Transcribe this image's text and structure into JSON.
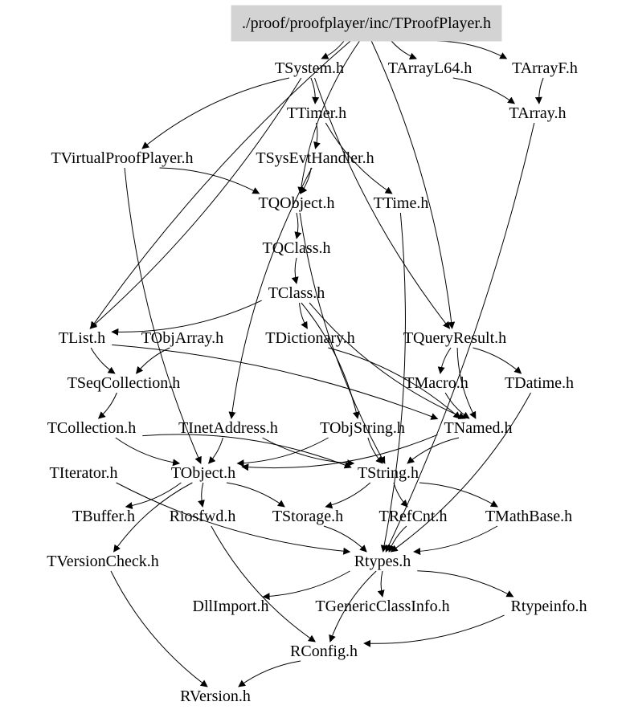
{
  "diagram": {
    "root_node": "n0",
    "nodes": [
      {
        "id": "n0",
        "label": "./proof/proofplayer/inc/TProofPlayer.h",
        "highlight": true
      },
      {
        "id": "n1",
        "label": "TSystem.h"
      },
      {
        "id": "n2",
        "label": "TArrayL64.h"
      },
      {
        "id": "n3",
        "label": "TArrayF.h"
      },
      {
        "id": "n4",
        "label": "TTimer.h"
      },
      {
        "id": "n5",
        "label": "TArray.h"
      },
      {
        "id": "n6",
        "label": "TVirtualProofPlayer.h"
      },
      {
        "id": "n7",
        "label": "TSysEvtHandler.h"
      },
      {
        "id": "n8",
        "label": "TQObject.h"
      },
      {
        "id": "n9",
        "label": "TTime.h"
      },
      {
        "id": "n10",
        "label": "TQClass.h"
      },
      {
        "id": "n11",
        "label": "TClass.h"
      },
      {
        "id": "n12",
        "label": "TList.h"
      },
      {
        "id": "n13",
        "label": "TObjArray.h"
      },
      {
        "id": "n14",
        "label": "TDictionary.h"
      },
      {
        "id": "n15",
        "label": "TQueryResult.h"
      },
      {
        "id": "n16",
        "label": "TSeqCollection.h"
      },
      {
        "id": "n17",
        "label": "TMacro.h"
      },
      {
        "id": "n18",
        "label": "TDatime.h"
      },
      {
        "id": "n19",
        "label": "TCollection.h"
      },
      {
        "id": "n20",
        "label": "TInetAddress.h"
      },
      {
        "id": "n21",
        "label": "TObjString.h"
      },
      {
        "id": "n22",
        "label": "TNamed.h"
      },
      {
        "id": "n23",
        "label": "TIterator.h"
      },
      {
        "id": "n24",
        "label": "TObject.h"
      },
      {
        "id": "n25",
        "label": "TString.h"
      },
      {
        "id": "n26",
        "label": "TBuffer.h"
      },
      {
        "id": "n27",
        "label": "Riosfwd.h"
      },
      {
        "id": "n28",
        "label": "TStorage.h"
      },
      {
        "id": "n29",
        "label": "TRefCnt.h"
      },
      {
        "id": "n30",
        "label": "TMathBase.h"
      },
      {
        "id": "n31",
        "label": "TVersionCheck.h"
      },
      {
        "id": "n32",
        "label": "Rtypes.h"
      },
      {
        "id": "n33",
        "label": "DllImport.h"
      },
      {
        "id": "n34",
        "label": "TGenericClassInfo.h"
      },
      {
        "id": "n35",
        "label": "Rtypeinfo.h"
      },
      {
        "id": "n36",
        "label": "RConfig.h"
      },
      {
        "id": "n37",
        "label": "RVersion.h"
      }
    ],
    "edges": [
      {
        "from": "n0",
        "to": "n1"
      },
      {
        "from": "n0",
        "to": "n2"
      },
      {
        "from": "n0",
        "to": "n3"
      },
      {
        "from": "n0",
        "to": "n12"
      },
      {
        "from": "n0",
        "to": "n15"
      },
      {
        "from": "n0",
        "to": "n8"
      },
      {
        "from": "n1",
        "to": "n4"
      },
      {
        "from": "n1",
        "to": "n6"
      },
      {
        "from": "n1",
        "to": "n12"
      },
      {
        "from": "n1",
        "to": "n15"
      },
      {
        "from": "n2",
        "to": "n5"
      },
      {
        "from": "n3",
        "to": "n5"
      },
      {
        "from": "n4",
        "to": "n7"
      },
      {
        "from": "n4",
        "to": "n9"
      },
      {
        "from": "n6",
        "to": "n8"
      },
      {
        "from": "n6",
        "to": "n24"
      },
      {
        "from": "n7",
        "to": "n8"
      },
      {
        "from": "n7",
        "to": "n20"
      },
      {
        "from": "n8",
        "to": "n10"
      },
      {
        "from": "n8",
        "to": "n25"
      },
      {
        "from": "n9",
        "to": "n32"
      },
      {
        "from": "n10",
        "to": "n11"
      },
      {
        "from": "n11",
        "to": "n12"
      },
      {
        "from": "n11",
        "to": "n14"
      },
      {
        "from": "n11",
        "to": "n21"
      },
      {
        "from": "n11",
        "to": "n22"
      },
      {
        "from": "n5",
        "to": "n32"
      },
      {
        "from": "n12",
        "to": "n16"
      },
      {
        "from": "n12",
        "to": "n22"
      },
      {
        "from": "n13",
        "to": "n16"
      },
      {
        "from": "n14",
        "to": "n22"
      },
      {
        "from": "n15",
        "to": "n17"
      },
      {
        "from": "n15",
        "to": "n18"
      },
      {
        "from": "n15",
        "to": "n22"
      },
      {
        "from": "n16",
        "to": "n19"
      },
      {
        "from": "n17",
        "to": "n22"
      },
      {
        "from": "n18",
        "to": "n32"
      },
      {
        "from": "n19",
        "to": "n24"
      },
      {
        "from": "n20",
        "to": "n24"
      },
      {
        "from": "n20",
        "to": "n25"
      },
      {
        "from": "n21",
        "to": "n24"
      },
      {
        "from": "n21",
        "to": "n25"
      },
      {
        "from": "n22",
        "to": "n24"
      },
      {
        "from": "n22",
        "to": "n25"
      },
      {
        "from": "n19",
        "to": "n25"
      },
      {
        "from": "n23",
        "to": "n32"
      },
      {
        "from": "n24",
        "to": "n26"
      },
      {
        "from": "n24",
        "to": "n27"
      },
      {
        "from": "n24",
        "to": "n28"
      },
      {
        "from": "n24",
        "to": "n31"
      },
      {
        "from": "n25",
        "to": "n28"
      },
      {
        "from": "n25",
        "to": "n29"
      },
      {
        "from": "n25",
        "to": "n30"
      },
      {
        "from": "n27",
        "to": "n36"
      },
      {
        "from": "n28",
        "to": "n32"
      },
      {
        "from": "n29",
        "to": "n32"
      },
      {
        "from": "n30",
        "to": "n32"
      },
      {
        "from": "n31",
        "to": "n37"
      },
      {
        "from": "n32",
        "to": "n33"
      },
      {
        "from": "n32",
        "to": "n34"
      },
      {
        "from": "n32",
        "to": "n35"
      },
      {
        "from": "n32",
        "to": "n36"
      },
      {
        "from": "n35",
        "to": "n36"
      },
      {
        "from": "n36",
        "to": "n37"
      }
    ]
  },
  "colors": {
    "root_fill": "#d3d3d3",
    "edge": "#000000",
    "text": "#000000",
    "background": "#ffffff"
  }
}
